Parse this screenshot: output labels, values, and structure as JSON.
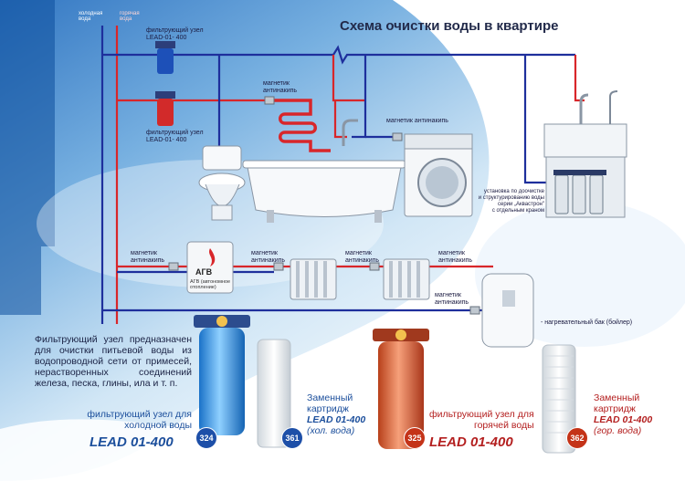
{
  "title": "Схема очистки воды в квартире",
  "pipes": {
    "cold_label": "холодная вода",
    "hot_label": "горячая вода"
  },
  "labels": {
    "filter_cold": [
      "фильтрующий узел",
      "LEAD-01- 400"
    ],
    "filter_hot": [
      "фильтрующий узел",
      "LEAD-01- 400"
    ],
    "magnet_1": [
      "магнетик",
      "антинакипь"
    ],
    "magnet_washer": "магнетик антинакипь",
    "reverse_osmosis": [
      "установка по доочистке",
      "и структурированию воды",
      "серии „Аквастрон\"",
      "с отдельным краном"
    ],
    "magnet_boiler_line": [
      "магнетик",
      "антинакипь"
    ],
    "magnet_rad_1": [
      "магнетик",
      "антинакипь"
    ],
    "magnet_rad_2": [
      "магнетик",
      "антинакипь"
    ],
    "magnet_rad_3": [
      "магнетик",
      "антинакипь"
    ],
    "magnet_boiler": [
      "магнетик",
      "антинакипь"
    ],
    "agv_sign": "АГВ",
    "agv_caption": [
      "АГВ (автономное",
      "отопление)"
    ],
    "boiler": "- нагревательный бак (бойлер)"
  },
  "description": "Фильтрующий узел предназначен для очистки питьевой воды из водопроводной сети от примесей, нерастворенных соединений железа, песка, глины, ила и т. п.",
  "products": {
    "cold_filter": {
      "caption": [
        "фильтрующий узел для",
        "холодной воды"
      ],
      "model": "LEAD 01-400",
      "badge": "324"
    },
    "cold_cartridge": {
      "caption": [
        "Заменный",
        "картридж"
      ],
      "model": "LEAD 01-400",
      "note": "(хол. вода)",
      "badge": "361"
    },
    "hot_filter": {
      "caption": [
        "фильтрующий узел для",
        "горячей воды"
      ],
      "model": "LEAD 01-400",
      "badge": "325"
    },
    "hot_cartridge": {
      "caption": [
        "Заменный",
        "картридж"
      ],
      "model": "LEAD 01-400",
      "note": "(гор. вода)",
      "badge": "362"
    }
  },
  "colors": {
    "cold_pipe": "#1e2f9c",
    "hot_pipe": "#d8262a",
    "background_top": "#1a6fc0",
    "blue_text": "#1c4f9c",
    "red_text": "#b42020"
  }
}
